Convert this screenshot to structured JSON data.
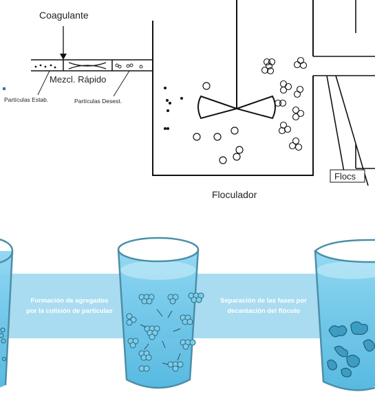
{
  "top_diagram": {
    "labels": {
      "coagulant": "Coagulante",
      "rapid_mix": "Mezcl. Rápido",
      "stable_particles": "Partículas Estab.",
      "destabilized_particles": "Partículas Desest.",
      "flocculator": "Floculador",
      "flocs": "Flocs"
    }
  },
  "bottom_diagram": {
    "captions": {
      "aggregation_line1": "Formación de agregados",
      "aggregation_line2": "por la colisión de partículas",
      "separation_line1": "Separación de las fases por",
      "separation_line2": "decantación del flóculo"
    },
    "colors": {
      "band": "#a9dcf0",
      "water": "#5cc3e8",
      "glass_edge": "#4b8fa8",
      "particles": "#2a6f88"
    }
  }
}
